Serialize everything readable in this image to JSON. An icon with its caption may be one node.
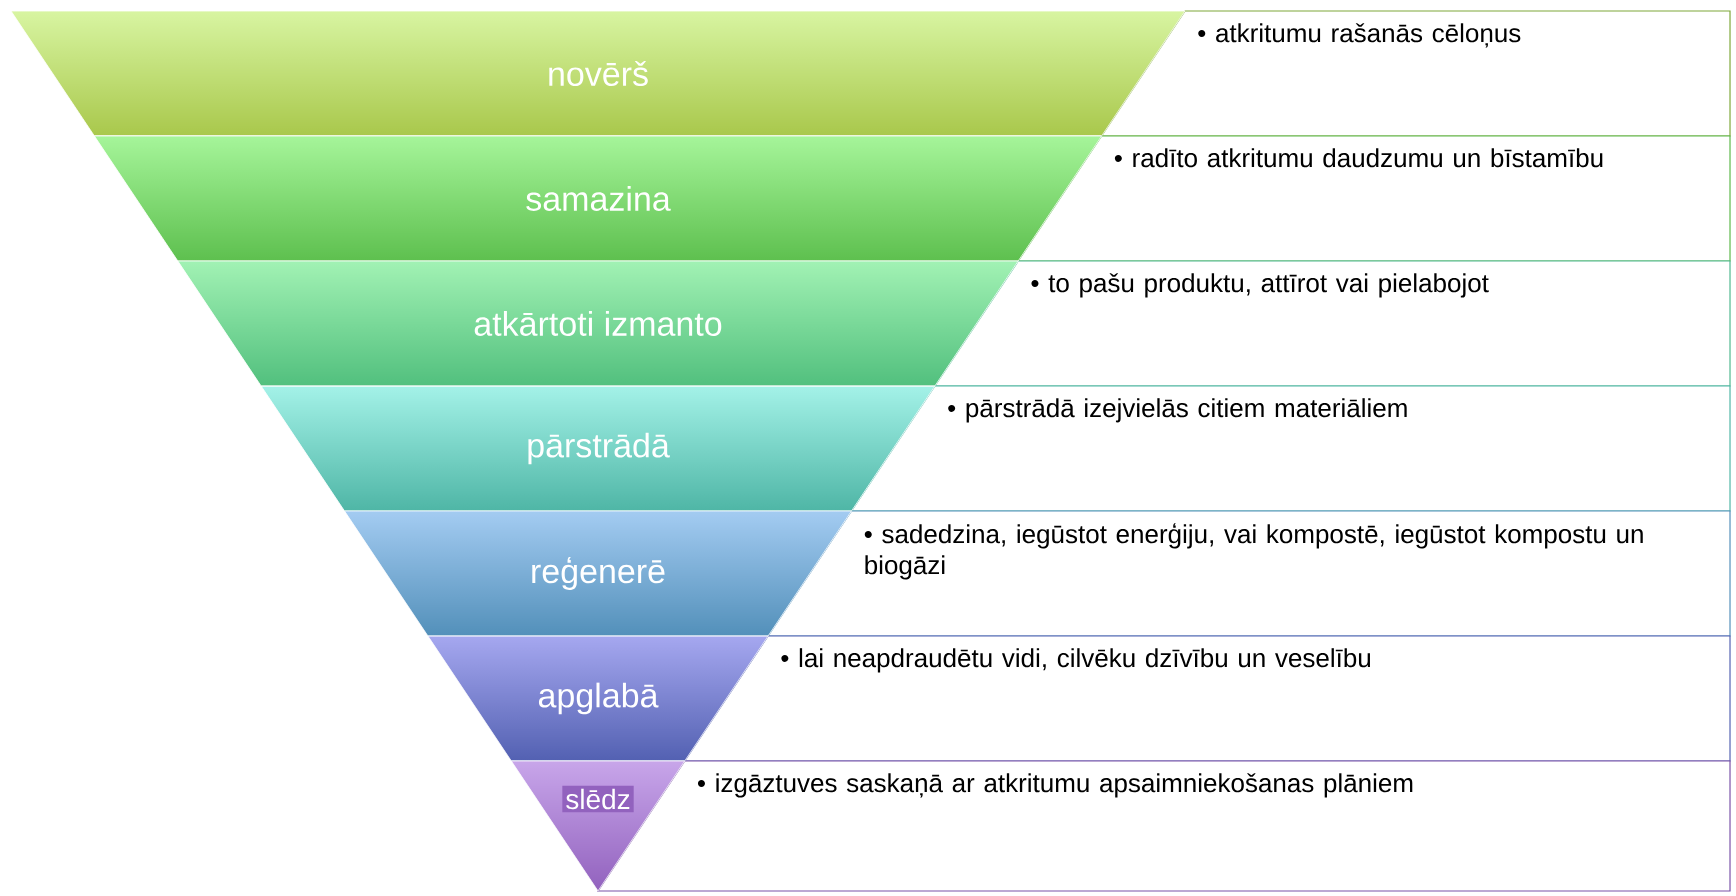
{
  "diagram": {
    "nodes": [
      {
        "text": [
          "novērš"
        ]
      },
      {
        "text": [
          "• atkritumu rašanās cēloņus"
        ]
      },
      {
        "text": [
          "samazina"
        ]
      },
      {
        "text": [
          "• radīto atkritumu daudzumu un bīstamību"
        ]
      },
      {
        "text": [
          "atkārtoti izmanto"
        ]
      },
      {
        "text": [
          "• to pašu produktu, attīrot vai pielabojot"
        ]
      },
      {
        "text": [
          "pārstrādā"
        ]
      },
      {
        "text": [
          "• pārstrādā izejvielās citiem materiāliem"
        ]
      },
      {
        "text": [
          "reģenerē"
        ]
      },
      {
        "text": [
          "• sadedzina, iegūstot enerģiju, vai kompostē, iegūstot kompostu un biogāzi"
        ]
      },
      {
        "text": [
          "apglabā"
        ]
      },
      {
        "text": [
          "• lai neapdraudētu vidi, cilvēku dzīvību un veselību"
        ]
      },
      {
        "text": [
          "slēdz"
        ]
      },
      {
        "text": [
          "• izgāztuves saskaņā ar atkritumu apsaimniekošanas plāniem"
        ]
      }
    ]
  }
}
